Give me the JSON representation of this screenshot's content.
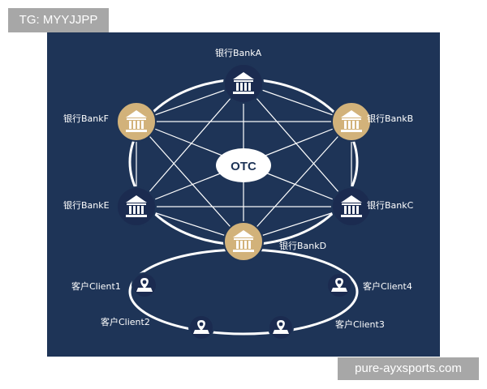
{
  "watermark_top": "TG: MYYJJPP",
  "watermark_bottom": "pure-ayxsports.com",
  "center_label": "OTC",
  "banks": [
    {
      "id": "A",
      "label": "银行BankA",
      "color": "#1b2b50"
    },
    {
      "id": "B",
      "label": "银行BankB",
      "color": "#d2b27a"
    },
    {
      "id": "C",
      "label": "银行BankC",
      "color": "#1b2b50"
    },
    {
      "id": "D",
      "label": "银行BankD",
      "color": "#d2b27a"
    },
    {
      "id": "E",
      "label": "银行BankE",
      "color": "#1b2b50"
    },
    {
      "id": "F",
      "label": "银行BankF",
      "color": "#d2b27a"
    }
  ],
  "clients": [
    {
      "label": "客户Client1"
    },
    {
      "label": "客户Client2"
    },
    {
      "label": "客户Client3"
    },
    {
      "label": "客户Client4"
    }
  ],
  "colors": {
    "panel": "#1e3457",
    "line": "#ffffff",
    "gold": "#d2b27a",
    "navy_node": "#1b2b50"
  },
  "icons": {
    "bank": "bank-building-icon",
    "client": "map-pin-user-icon"
  }
}
